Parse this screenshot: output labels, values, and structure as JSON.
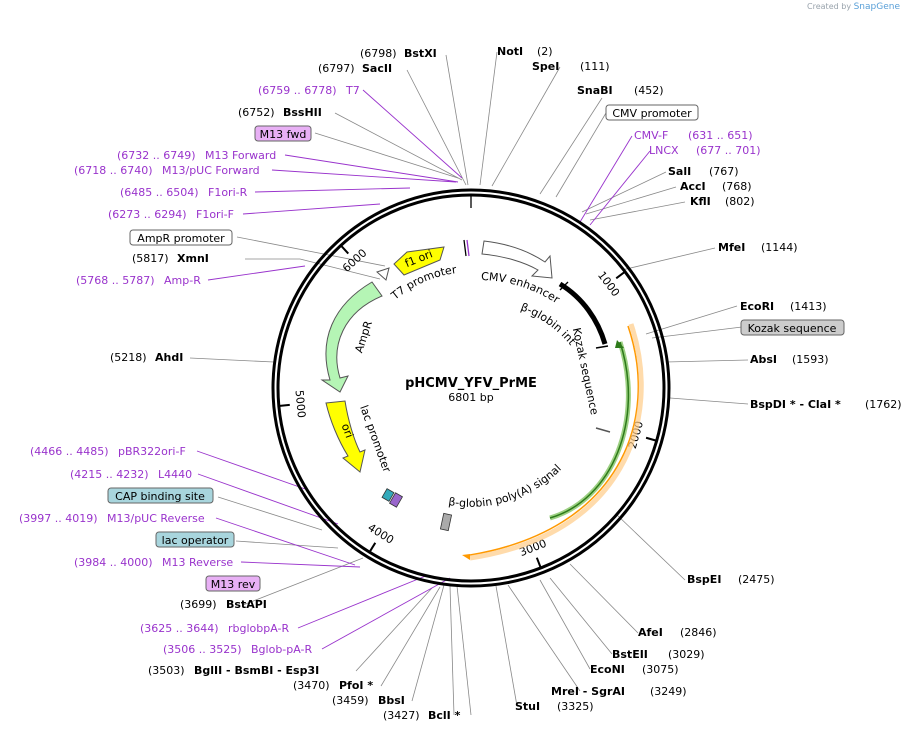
{
  "credit": {
    "prefix": "Created by",
    "brand": "SnapGene"
  },
  "plasmid": {
    "name": "pHCMV_YFV_PrME",
    "size_label": "6801 bp",
    "total_bp": 6801
  },
  "ticks": [
    {
      "pos": 1000,
      "label": "1000"
    },
    {
      "pos": 2000,
      "label": "2000"
    },
    {
      "pos": 3000,
      "label": "3000"
    },
    {
      "pos": 4000,
      "label": "4000"
    },
    {
      "pos": 5000,
      "label": "5000"
    },
    {
      "pos": 6000,
      "label": "6000"
    }
  ],
  "colors": {
    "backbone": "#000000",
    "enzyme": "#000000",
    "primer": "#9933cc",
    "feature_yellow": "#ffff00",
    "feature_green": "#b5f5b5",
    "feature_white": "#ffffff",
    "orf_orange": "#ffcc88",
    "orf_green": "#99cc66",
    "box_purple": "#e8b0f5",
    "box_teal": "#a8d5dd",
    "box_gray": "#cccccc"
  },
  "enzymes": [
    {
      "id": "bstxi",
      "name": "BstXI",
      "pos_label": "(6798)",
      "side": "left"
    },
    {
      "id": "sacii",
      "name": "SacII",
      "pos_label": "(6797)",
      "side": "left"
    },
    {
      "id": "bsshii",
      "name": "BssHII",
      "pos_label": "(6752)",
      "side": "left"
    },
    {
      "id": "xmni",
      "name": "XmnI",
      "pos_label": "(5817)",
      "side": "left"
    },
    {
      "id": "ahdi",
      "name": "AhdI",
      "pos_label": "(5218)",
      "side": "left"
    },
    {
      "id": "bstapi",
      "name": "BstAPI",
      "pos_label": "(3699)",
      "side": "left"
    },
    {
      "id": "bglii",
      "name": "BglII  - BsmBI  - Esp3I",
      "pos_label": "(3503)",
      "side": "left"
    },
    {
      "id": "pfoi",
      "name": "PfoI *",
      "pos_label": "(3470)",
      "side": "left"
    },
    {
      "id": "bbsi",
      "name": "BbsI",
      "pos_label": "(3459)",
      "side": "left"
    },
    {
      "id": "bcli",
      "name": "BclI *",
      "pos_label": "(3427)",
      "side": "right"
    },
    {
      "id": "noti",
      "name": "NotI",
      "pos_label": "(2)",
      "side": "right"
    },
    {
      "id": "spei",
      "name": "SpeI",
      "pos_label": "(111)",
      "side": "right"
    },
    {
      "id": "snabi",
      "name": "SnaBI",
      "pos_label": "(452)",
      "side": "right"
    },
    {
      "id": "sali",
      "name": "SalI",
      "pos_label": "(767)",
      "side": "right"
    },
    {
      "id": "acci",
      "name": "AccI",
      "pos_label": "(768)",
      "side": "right"
    },
    {
      "id": "kfli",
      "name": "KflI",
      "pos_label": "(802)",
      "side": "right"
    },
    {
      "id": "mfei",
      "name": "MfeI",
      "pos_label": "(1144)",
      "side": "right"
    },
    {
      "id": "ecori",
      "name": "EcoRI",
      "pos_label": "(1413)",
      "side": "right"
    },
    {
      "id": "absi",
      "name": "AbsI",
      "pos_label": "(1593)",
      "side": "right"
    },
    {
      "id": "bspdi",
      "name": "BspDI *  - ClaI *",
      "pos_label": "(1762)",
      "side": "right"
    },
    {
      "id": "bspei",
      "name": "BspEI",
      "pos_label": "(2475)",
      "side": "right"
    },
    {
      "id": "afei",
      "name": "AfeI",
      "pos_label": "(2846)",
      "side": "right"
    },
    {
      "id": "bsteii",
      "name": "BstEII",
      "pos_label": "(3029)",
      "side": "right"
    },
    {
      "id": "econi",
      "name": "EcoNI",
      "pos_label": "(3075)",
      "side": "right"
    },
    {
      "id": "mrei",
      "name": "MreI  - SgrAI",
      "pos_label": "(3249)",
      "side": "right"
    },
    {
      "id": "stui",
      "name": "StuI",
      "pos_label": "(3325)",
      "side": "right"
    }
  ],
  "primers": [
    {
      "id": "t7",
      "name": "T7",
      "range": "(6759 .. 6778)"
    },
    {
      "id": "m13fwd",
      "name": "M13 Forward",
      "range": "(6732 .. 6749)"
    },
    {
      "id": "m13puc_fwd",
      "name": "M13/pUC Forward",
      "range": "(6718 .. 6740)"
    },
    {
      "id": "f1ori_r",
      "name": "F1ori-R",
      "range": "(6485 .. 6504)"
    },
    {
      "id": "f1ori_f",
      "name": "F1ori-F",
      "range": "(6273 .. 6294)"
    },
    {
      "id": "amp_r",
      "name": "Amp-R",
      "range": "(5768 .. 5787)"
    },
    {
      "id": "pbr322ori_f",
      "name": "pBR322ori-F",
      "range": "(4466 .. 4485)"
    },
    {
      "id": "l4440",
      "name": "L4440",
      "range": "(4215 .. 4232)"
    },
    {
      "id": "m13puc_rev",
      "name": "M13/pUC Reverse",
      "range": "(3997 .. 4019)"
    },
    {
      "id": "m13rev",
      "name": "M13 Reverse",
      "range": "(3984 .. 4000)"
    },
    {
      "id": "rbglobpa_r",
      "name": "rbglobpA-R",
      "range": "(3625 .. 3644)"
    },
    {
      "id": "bglob_pa_r",
      "name": "Bglob-pA-R",
      "range": "(3506 .. 3525)"
    },
    {
      "id": "cmv_f",
      "name": "CMV-F",
      "range": "(631 .. 651)"
    },
    {
      "id": "lncx",
      "name": "LNCX",
      "range": "(677 .. 701)"
    }
  ],
  "boxed_labels": [
    {
      "id": "m13fwd_box",
      "text": "M13 fwd",
      "style": "purple"
    },
    {
      "id": "ampr_promoter",
      "text": "AmpR promoter",
      "style": "white"
    },
    {
      "id": "cap_site",
      "text": "CAP binding site",
      "style": "teal"
    },
    {
      "id": "lac_operator",
      "text": "lac operator",
      "style": "teal"
    },
    {
      "id": "m13rev_box",
      "text": "M13 rev",
      "style": "purple"
    },
    {
      "id": "cmv_promoter",
      "text": "CMV promoter",
      "style": "white"
    },
    {
      "id": "kozak",
      "text": "Kozak sequence",
      "style": "gray"
    }
  ],
  "features": [
    {
      "id": "f1ori",
      "label": "f1 ori"
    },
    {
      "id": "t7prom",
      "label": "T7 promoter"
    },
    {
      "id": "ampr",
      "label": "AmpR"
    },
    {
      "id": "ori",
      "label": "ori"
    },
    {
      "id": "lacprom",
      "label": "lac promoter"
    },
    {
      "id": "cmvenh",
      "label": "CMV enhancer"
    },
    {
      "id": "bglobintron",
      "label": "β-globin intron"
    },
    {
      "id": "kozakseq",
      "label": "Kozak sequence"
    },
    {
      "id": "bglobpolya",
      "label": "β-globin poly(A) signal"
    }
  ]
}
